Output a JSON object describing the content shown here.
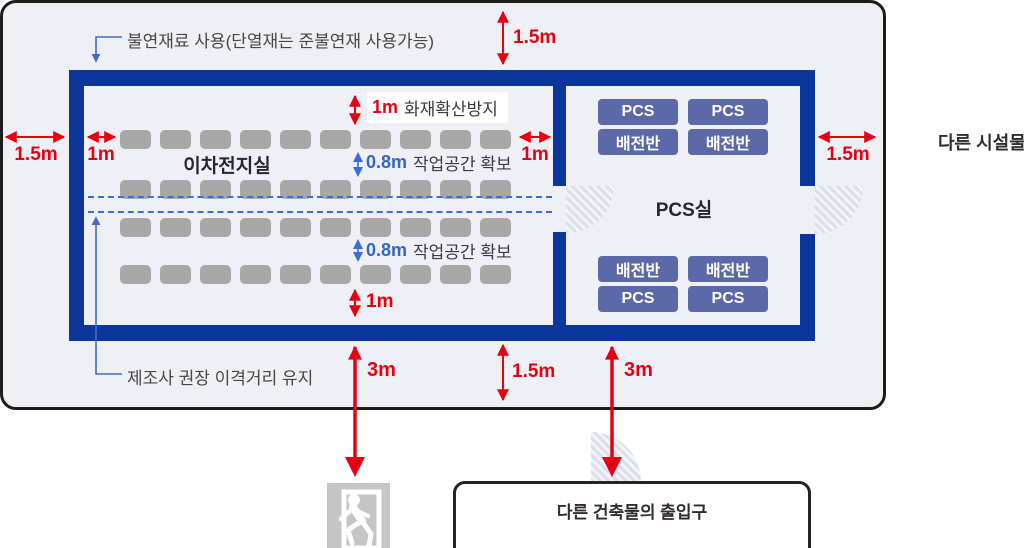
{
  "scene": {
    "other_facility_label": "다른 시설물",
    "entrance_box_label": "다른 건축물의 출입구",
    "exit_icon": "emergency-exit"
  },
  "building": {
    "battery_room": {
      "label": "이차전지실",
      "module_rows": 4,
      "modules_per_row": 10
    },
    "pcs_room": {
      "label": "PCS실",
      "units_top": [
        "PCS",
        "PCS",
        "배전반",
        "배전반"
      ],
      "units_bottom": [
        "배전반",
        "배전반",
        "PCS",
        "PCS"
      ]
    }
  },
  "callouts": {
    "top_wall_note": "불연재료 사용(단열재는 준불연재 사용가능)",
    "bottom_wall_note": "제조사 권장 이격거리 유지"
  },
  "clearances": {
    "fire_spread": {
      "value": "1m",
      "text": "화재확산방지"
    },
    "workspace_upper": {
      "value": "0.8m",
      "text": "작업공간 확보"
    },
    "workspace_lower": {
      "value": "0.8m",
      "text": "작업공간 확보"
    },
    "top_outer": "1.5m",
    "left_outer": "1.5m",
    "right_outer": "1.5m",
    "bottom_outer": "1.5m",
    "battery_left": "1m",
    "battery_right": "1m",
    "battery_bottom": "1m",
    "exit_distance": "3m",
    "entrance_distance": "3m"
  },
  "colors": {
    "wall_blue": "#0c3699",
    "accent_red": "#e60012",
    "accent_blue": "#3a6bd6",
    "battery_gray": "#a8a8a8",
    "equipment_blue": "#5c69a8",
    "enclosure_bg": "#eff0f5"
  }
}
